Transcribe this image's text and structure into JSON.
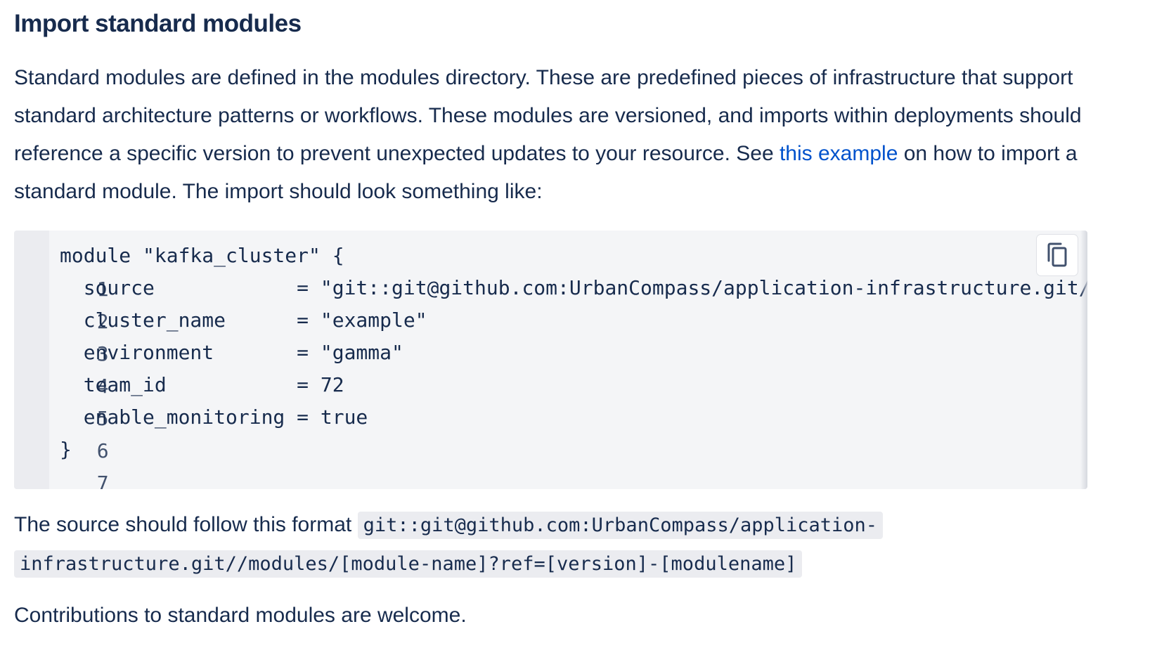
{
  "section": {
    "heading": "Import standard modules",
    "intro_before_link": "Standard modules are defined in the modules directory. These are predefined pieces of infrastructure that support standard architecture patterns or workflows. These modules are versioned, and imports within deployments should reference a specific version to prevent unexpected updates to your resource. See ",
    "intro_link": "this example",
    "intro_after_link": " on how to import a standard module. The import should look something like:"
  },
  "code": {
    "copy_icon": "copy-icon",
    "lines": [
      {
        "num": "1",
        "text": "module \"kafka_cluster\" {"
      },
      {
        "num": "2",
        "text": "  source            = \"git::git@github.com:UrbanCompass/application-infrastructure.git/"
      },
      {
        "num": "3",
        "text": "  cluster_name      = \"example\""
      },
      {
        "num": "4",
        "text": "  environment       = \"gamma\""
      },
      {
        "num": "5",
        "text": "  team_id           = 72"
      },
      {
        "num": "6",
        "text": "  enable_monitoring = true"
      },
      {
        "num": "7",
        "text": "}"
      }
    ]
  },
  "format": {
    "prefix": "The source should follow this format ",
    "code": "git::git@github.com:UrbanCompass/application-infrastructure.git//modules/[module-name]?ref=[version]-[modulename]"
  },
  "closing": {
    "text": "Contributions to standard modules are welcome."
  },
  "colors": {
    "text": "#172b4d",
    "link": "#0052cc",
    "code_bg": "#f4f5f7",
    "gutter_bg": "#ebecf0"
  }
}
